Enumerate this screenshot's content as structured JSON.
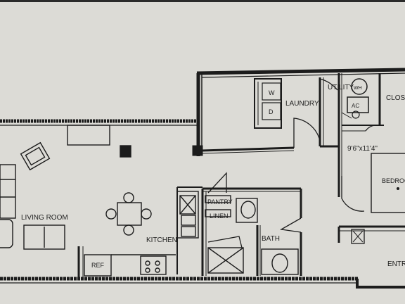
{
  "plan": {
    "rooms": {
      "living_room": "LIVING ROOM",
      "kitchen": "KITCHEN",
      "laundry": "LAUNDRY",
      "utility": "UTILITY",
      "closet": "CLOSE",
      "bedroom": "BEDROO",
      "bedroom_dim": "9'6\"x11'4\"",
      "bath": "BATH",
      "pantry": "PANTRY",
      "linen": "LINEN",
      "entry": "ENTRY"
    },
    "fixtures": {
      "washer": "W",
      "dryer": "D",
      "water_heater": "WH",
      "ac": "AC",
      "refrigerator": "REF"
    }
  }
}
